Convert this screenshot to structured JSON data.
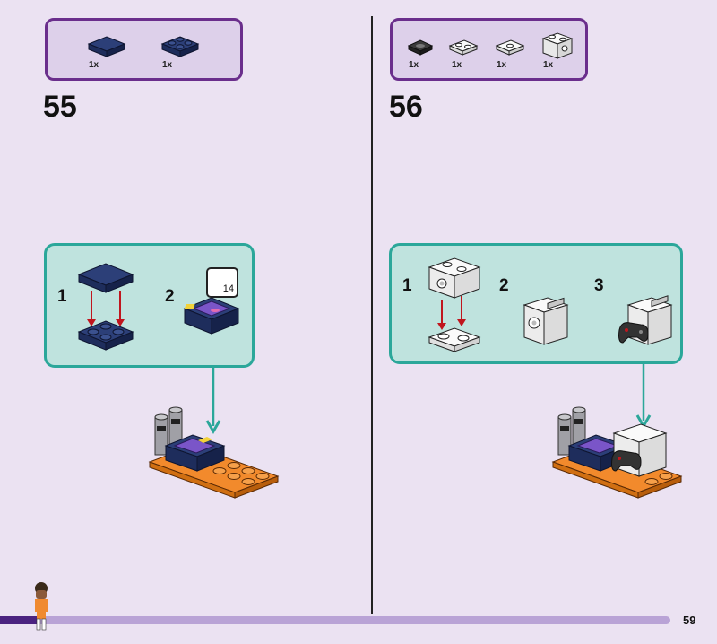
{
  "steps": [
    {
      "number": "55",
      "parts": [
        {
          "qty": "1x",
          "icon": "dark-blue-tile-2x2"
        },
        {
          "qty": "1x",
          "icon": "dark-blue-plate-2x2"
        }
      ],
      "substeps": [
        "1",
        "2"
      ],
      "callout_ref": "14"
    },
    {
      "number": "56",
      "parts": [
        {
          "qty": "1x",
          "icon": "controller-tile"
        },
        {
          "qty": "1x",
          "icon": "white-plate-1x2"
        },
        {
          "qty": "1x",
          "icon": "white-jumper-plate"
        },
        {
          "qty": "1x",
          "icon": "white-brick-with-hole"
        }
      ],
      "substeps": [
        "1",
        "2",
        "3"
      ]
    }
  ],
  "page_number": "59",
  "progress": {
    "fraction": 0.06
  },
  "colors": {
    "background": "#ebe2f2",
    "parts_box": "#ddd0ea",
    "parts_border": "#6a2e8c",
    "sub_panel": "#bfe3de",
    "sub_panel_border": "#2ba79a",
    "arrow_red": "#c0161e",
    "progress_fill": "#4b2380",
    "progress_track": "#b9a3d6"
  }
}
